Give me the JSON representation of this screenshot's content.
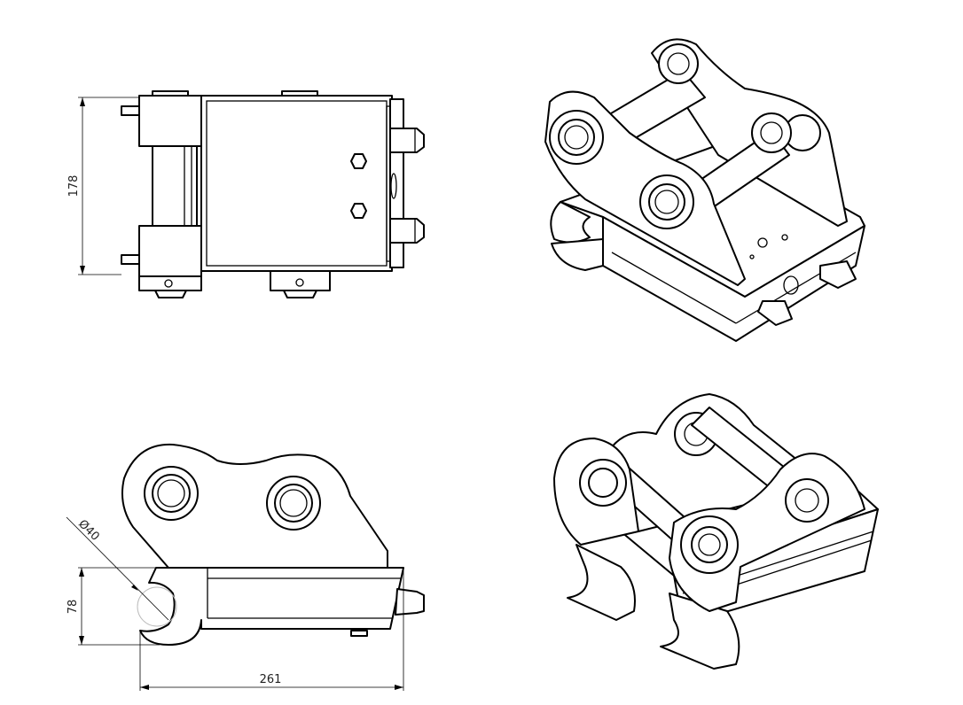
{
  "drawing": {
    "views": [
      "top-view",
      "isometric-view-top",
      "side-view",
      "isometric-view-bottom"
    ],
    "dimensions": {
      "width_top_view": "178",
      "pin_diameter": "Ø40",
      "height_side_view": "78",
      "length_side_view": "261"
    }
  }
}
